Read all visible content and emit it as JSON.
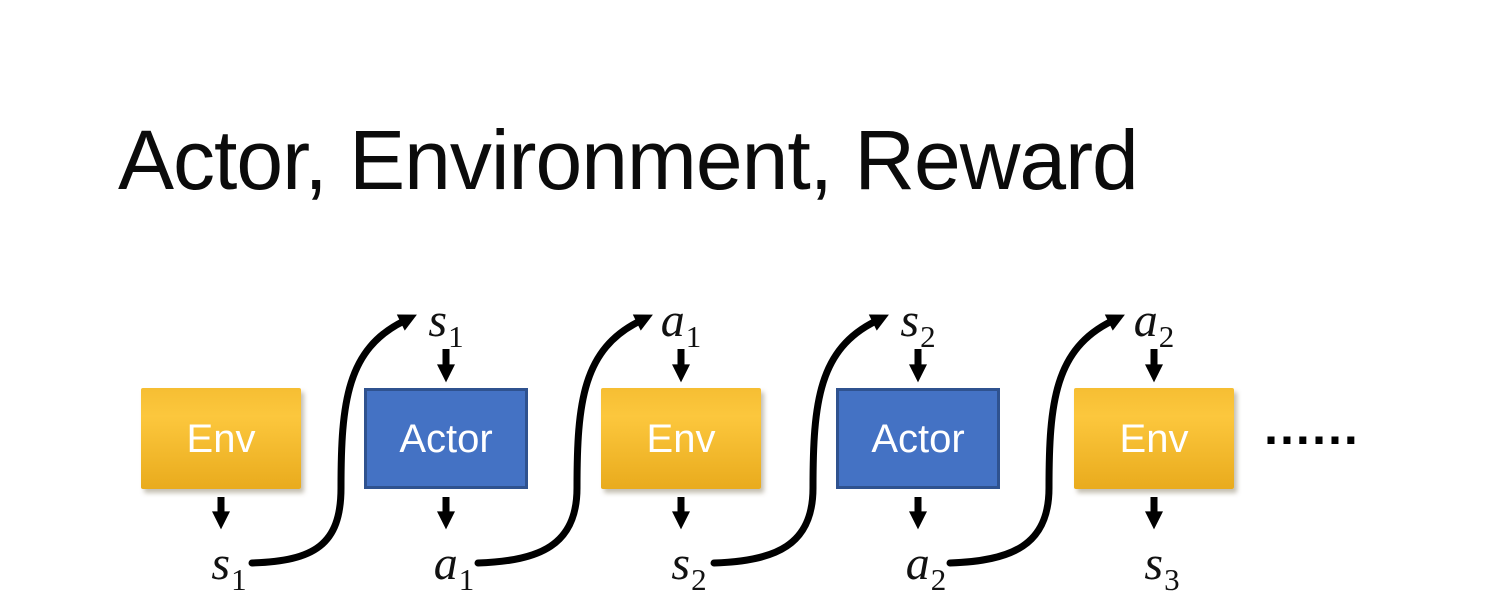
{
  "title": "Actor, Environment, Reward",
  "diagram": {
    "boxes": [
      {
        "label": "Env",
        "type": "env"
      },
      {
        "label": "Actor",
        "type": "actor"
      },
      {
        "label": "Env",
        "type": "env"
      },
      {
        "label": "Actor",
        "type": "actor"
      },
      {
        "label": "Env",
        "type": "env"
      }
    ],
    "top_labels": [
      {
        "char": "s",
        "sub": "1"
      },
      {
        "char": "a",
        "sub": "1"
      },
      {
        "char": "s",
        "sub": "2"
      },
      {
        "char": "a",
        "sub": "2"
      }
    ],
    "bottom_labels": [
      {
        "char": "s",
        "sub": "1"
      },
      {
        "char": "a",
        "sub": "1"
      },
      {
        "char": "s",
        "sub": "2"
      },
      {
        "char": "a",
        "sub": "2"
      },
      {
        "char": "s",
        "sub": "3"
      }
    ],
    "ellipsis": "……",
    "colors": {
      "env_top": "#F6BE33",
      "env_bottom": "#E9AB1D",
      "actor_fill": "#4472C4",
      "actor_border": "#2F528F",
      "arrow": "#000000"
    }
  }
}
